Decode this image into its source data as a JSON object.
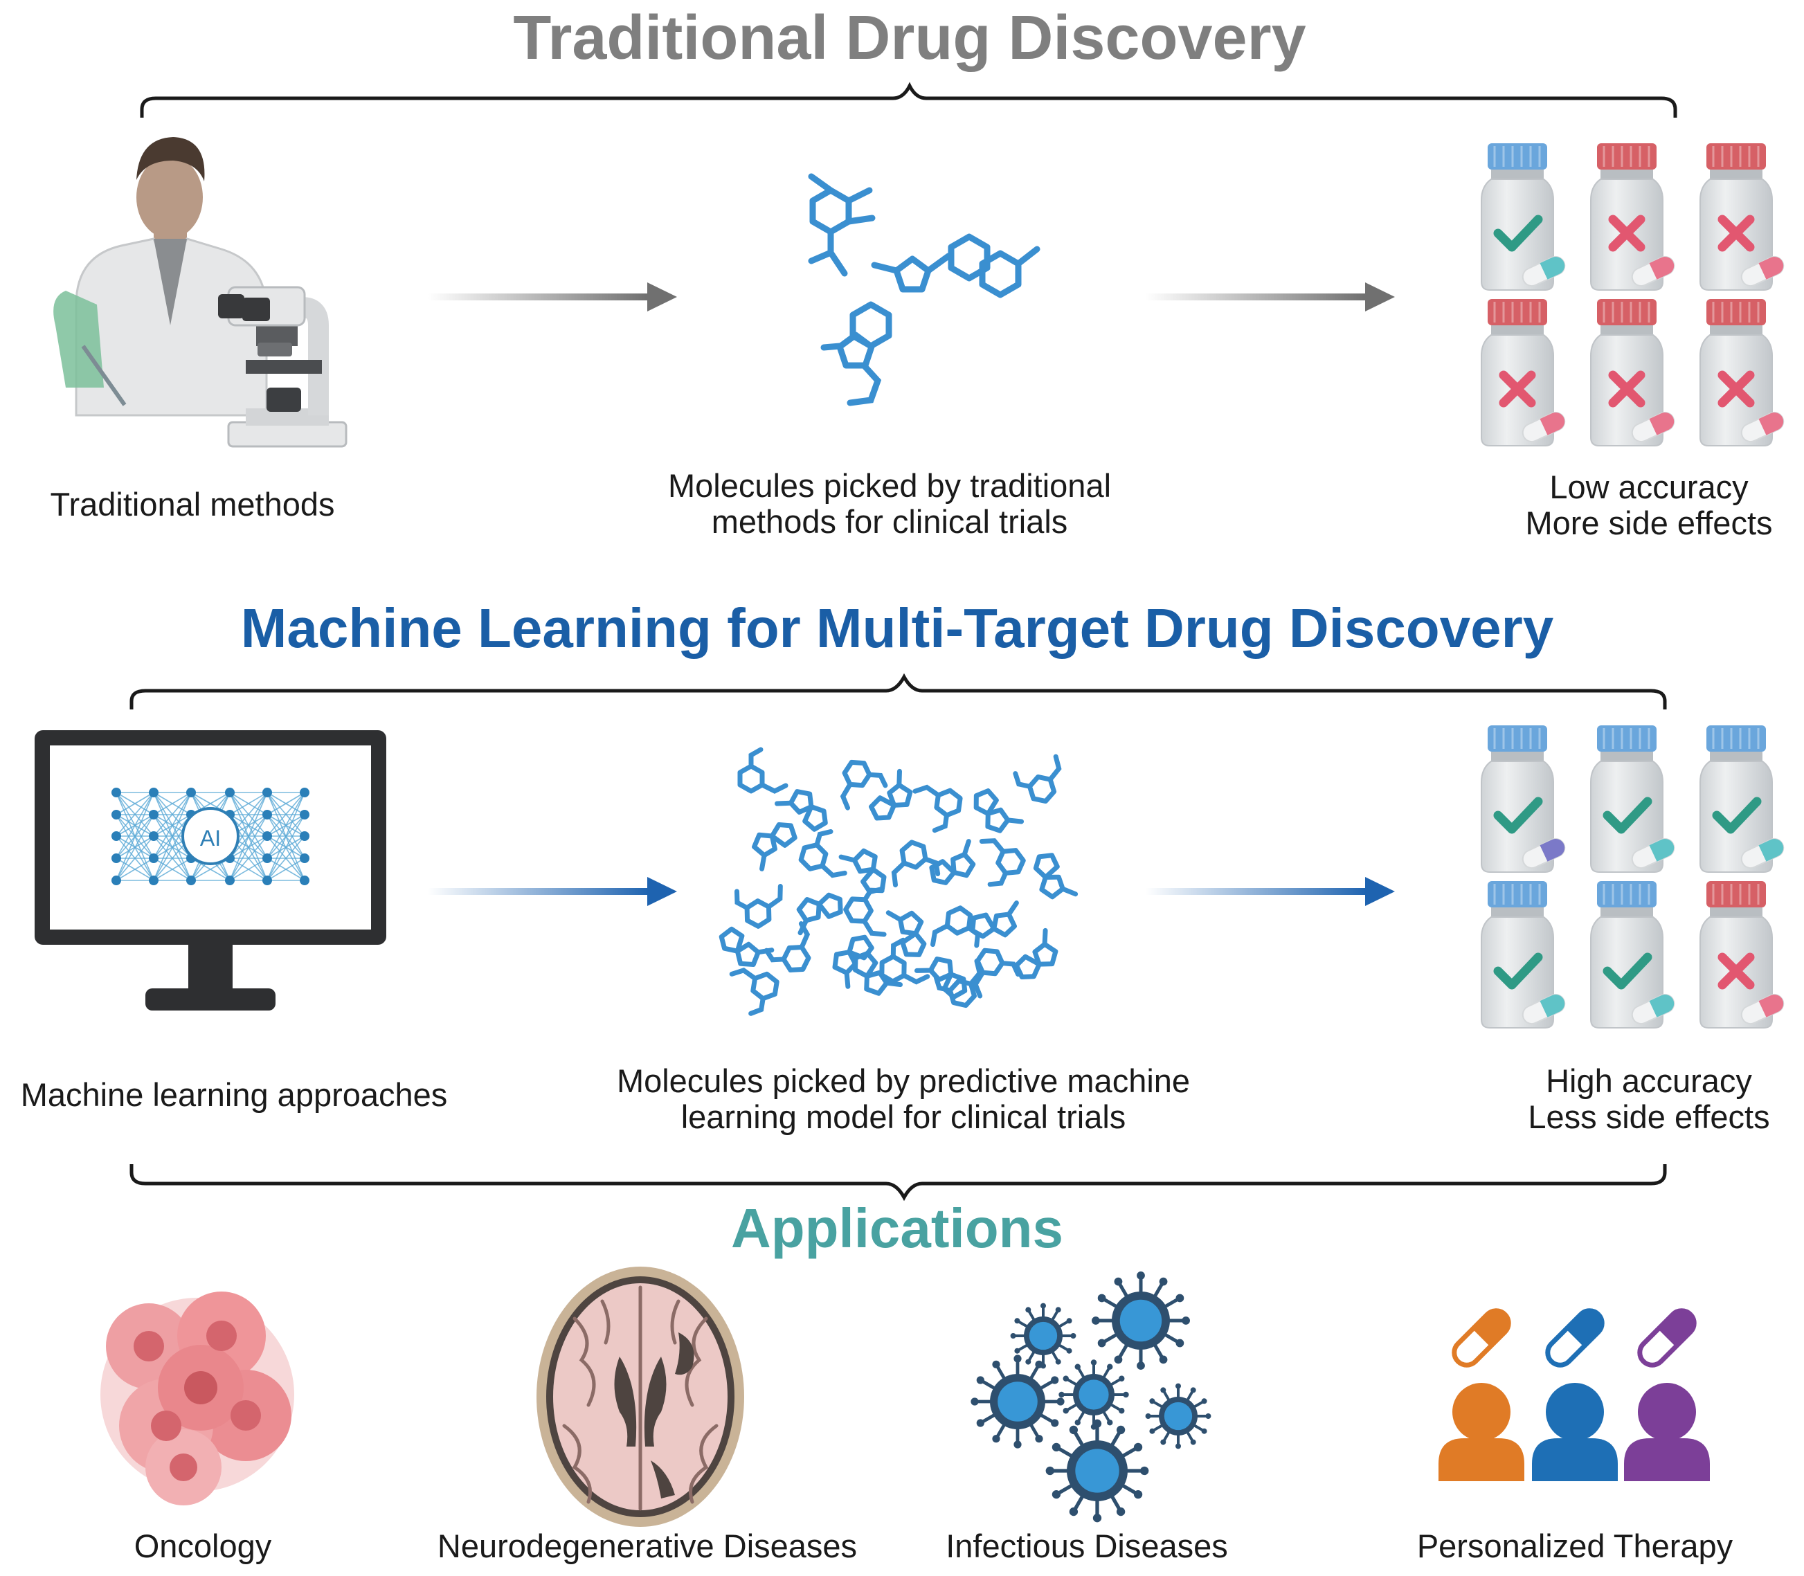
{
  "colors": {
    "gray_title": "#7f7f7f",
    "ml_title": "#1a5ea6",
    "apps_title": "#49a2a1",
    "molecule": "#3a8fd0",
    "check": "#2f9a85",
    "cross": "#e25770",
    "cap_blue": "#6aa6dc",
    "cap_red": "#d66066",
    "arrow_gray": "#707070",
    "arrow_blue": "#1e63b0",
    "person_orange": "#e07b26",
    "person_blue": "#1e6fb5",
    "person_purple": "#7c3f98"
  },
  "traditional": {
    "title": "Traditional Drug Discovery",
    "steps": [
      "Traditional methods",
      "Molecules picked by traditional",
      "methods for clinical trials"
    ],
    "outcome": [
      "Low accuracy",
      "More side effects"
    ],
    "bottles": [
      {
        "cap": "blue",
        "mark": "check",
        "pill": "teal"
      },
      {
        "cap": "red",
        "mark": "cross",
        "pill": "pink"
      },
      {
        "cap": "red",
        "mark": "cross",
        "pill": "pink"
      },
      {
        "cap": "red",
        "mark": "cross",
        "pill": "pink"
      },
      {
        "cap": "red",
        "mark": "cross",
        "pill": "pink"
      },
      {
        "cap": "red",
        "mark": "cross",
        "pill": "pink"
      }
    ]
  },
  "ml": {
    "title": "Machine Learning for Multi-Target Drug Discovery",
    "monitor_label": "AI",
    "steps": [
      "Machine learning approaches",
      "Molecules picked by predictive machine",
      "learning model for clinical trials"
    ],
    "outcome": [
      "High accuracy",
      "Less side effects"
    ],
    "bottles": [
      {
        "cap": "blue",
        "mark": "check",
        "pill": "purple"
      },
      {
        "cap": "blue",
        "mark": "check",
        "pill": "teal"
      },
      {
        "cap": "blue",
        "mark": "check",
        "pill": "teal"
      },
      {
        "cap": "blue",
        "mark": "check",
        "pill": "teal"
      },
      {
        "cap": "blue",
        "mark": "check",
        "pill": "teal"
      },
      {
        "cap": "red",
        "mark": "cross",
        "pill": "pink"
      }
    ]
  },
  "applications": {
    "title": "Applications",
    "items": [
      "Oncology",
      "Neurodegenerative Diseases",
      "Infectious Diseases",
      "Personalized Therapy"
    ]
  }
}
